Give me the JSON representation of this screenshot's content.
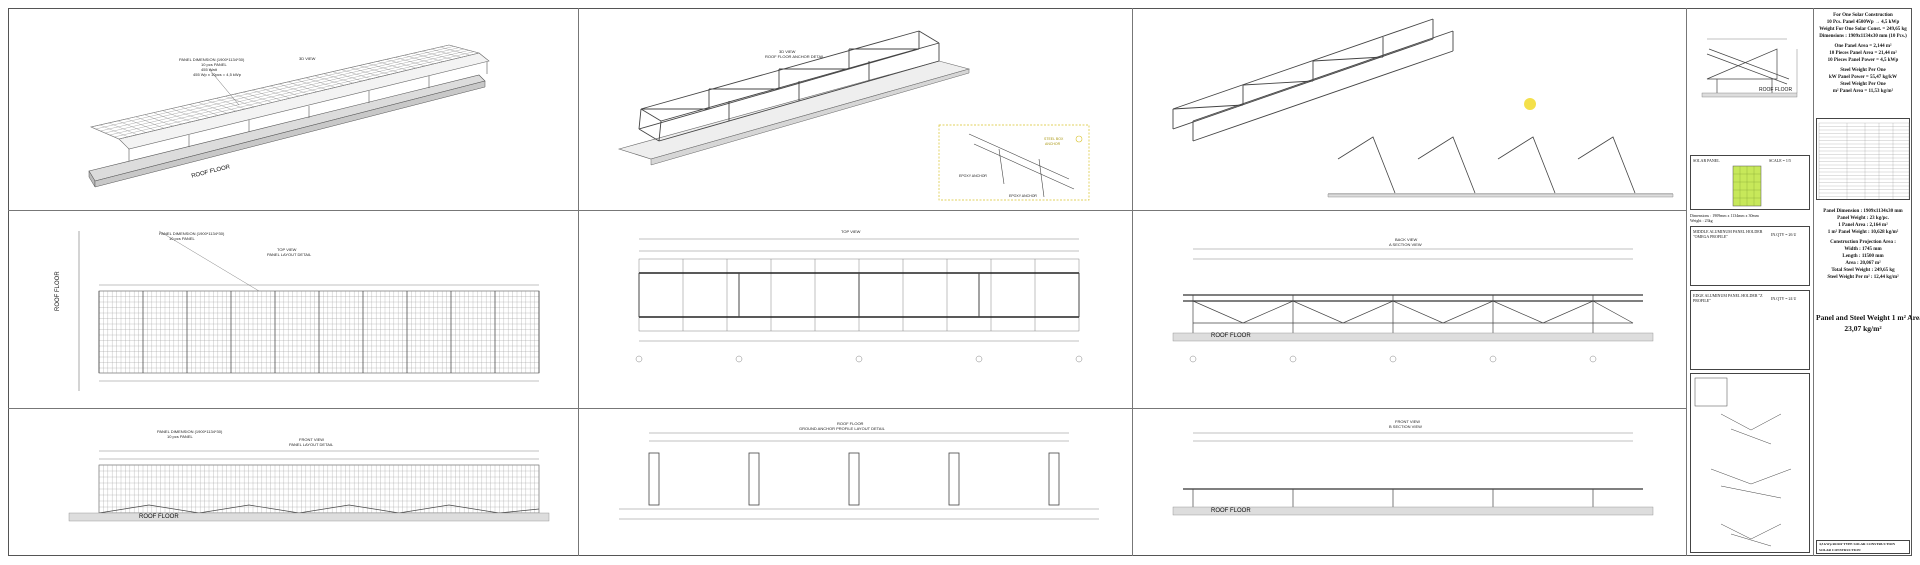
{
  "views": {
    "iso_panel": {
      "title": "3D VIEW",
      "panel_dim": "PANEL DIMENSION (1900*1134*30)",
      "pieces": "10 pcs PANEL",
      "watt": "455 Watt",
      "total": "455 Wp x 10pcs = 4,5 kWp",
      "floor": "ROOF FLOOR"
    },
    "iso_frame": {
      "title": "3D VIEW",
      "subtitle": "ROOF FLOOR ANCHOR DETAIL",
      "detail1": "STEEL BOX",
      "detail2": "ANCHOR",
      "epoxy1": "EPOXY ANCHOR",
      "epoxy2": "EPOXY ANCHOR"
    },
    "top_panel": {
      "title": "TOP VIEW",
      "subtitle": "PANEL LAYOUT DETAIL",
      "panel_dim": "PANEL DIMENSION (1900*1134*30)",
      "pieces": "10 pcs PANEL",
      "floor": "ROOF FLOOR"
    },
    "top_frame": {
      "title": "TOP VIEW"
    },
    "back_frame": {
      "title": "BACK VIEW",
      "subtitle": "A SECTION VIEW",
      "floor": "ROOF FLOOR"
    },
    "front_panel": {
      "title": "FRONT VIEW",
      "subtitle": "PANEL LAYOUT DETAIL",
      "panel_dim": "PANEL DIMENSION (1900*1134*30)",
      "pieces": "10 pcs PANEL",
      "floor": "ROOF FLOOR"
    },
    "roof_plan": {
      "title": "ROOF FLOOR",
      "subtitle": "GROUND ANCHOR PROFILE LAYOUT DETAIL"
    },
    "front_frame": {
      "title": "FRONT VIEW",
      "subtitle": "B SECTION VIEW",
      "floor": "ROOF FLOOR"
    },
    "side_detail": {
      "floor": "ROOF FLOOR"
    }
  },
  "detail_column": {
    "solar_panel": "SOLAR PANEL",
    "scale": "SCALE = 1/5",
    "panel_dims": "Dimensions : 1909mm x 1134mm x 30mm",
    "panel_weight": "Weight : 23kg",
    "omega_title": "MIDDLE ALUMINUM PANEL HOLDER \"OMEGA PROFILE\"",
    "omega_count": "IN.QTY = 26 U",
    "z_title": "EDGE ALUMINUM PANEL HOLDER \"Z PROFILE\"",
    "z_count": "IN.QTY = 24 U"
  },
  "info": {
    "construction": "For One Solar Construction",
    "pcs_panel": "10 Pcs. Panel 4500Wp  →  4,5 kWp",
    "weight_cons": "Weight For One Solar Const. = 249,65 kg",
    "dimensions": "Dimensions : 1909x1134x30 mm (10 Pcs.)",
    "one_area": "One Panel Area =  2,144 m²",
    "pieces_area": "10 Pieces Panel Area =  21,44 m²",
    "pieces_power": "10 Pieces Panel Power =  4,5 kWp",
    "steel_per_kw_1": "Steel Weight Per One",
    "steel_per_kw_2": "kW Panel Power = 55,47 kg/kW",
    "steel_per_area_1": "Steel Weight Per One",
    "steel_per_area_2": "m² Panel Area = 11,53 kg/m²",
    "panel_dimension": "Panel Dimension : 1909x1134x30 mm",
    "panel_weight": "Panel Weight : 23 kg/pc.",
    "one_panel_area": "1 Panel Area : 2,164 m²",
    "panel_weight_area": "1 m² Panel Weight : 10,628 kg/m²",
    "projection": "Construction Projection Area :",
    "width": "Width : 1745 mm",
    "length": "Length : 11500 mm",
    "area": "Area : 20,067 m²",
    "total_steel": "Total Steel Weight : 249,65 kg",
    "steel_per_m2": "Steel Weight Per m² : 12,44 kg/m²",
    "panel_steel_label": "Panel and Steel Weight 1 m² Area;",
    "panel_steel_value": "23,07 kg/m²",
    "title_block_1": "4,5 kWp ROOF TYPE SOLAR CONSTRUCTION",
    "title_block_2": "SOLAR CONSTRUCTION"
  },
  "colors": {
    "line": "#555555",
    "panel": "#8a8a8a",
    "floor": "#d6d6d6",
    "highlight": "#f1dd3c",
    "panel_green": "#c7e85a"
  }
}
